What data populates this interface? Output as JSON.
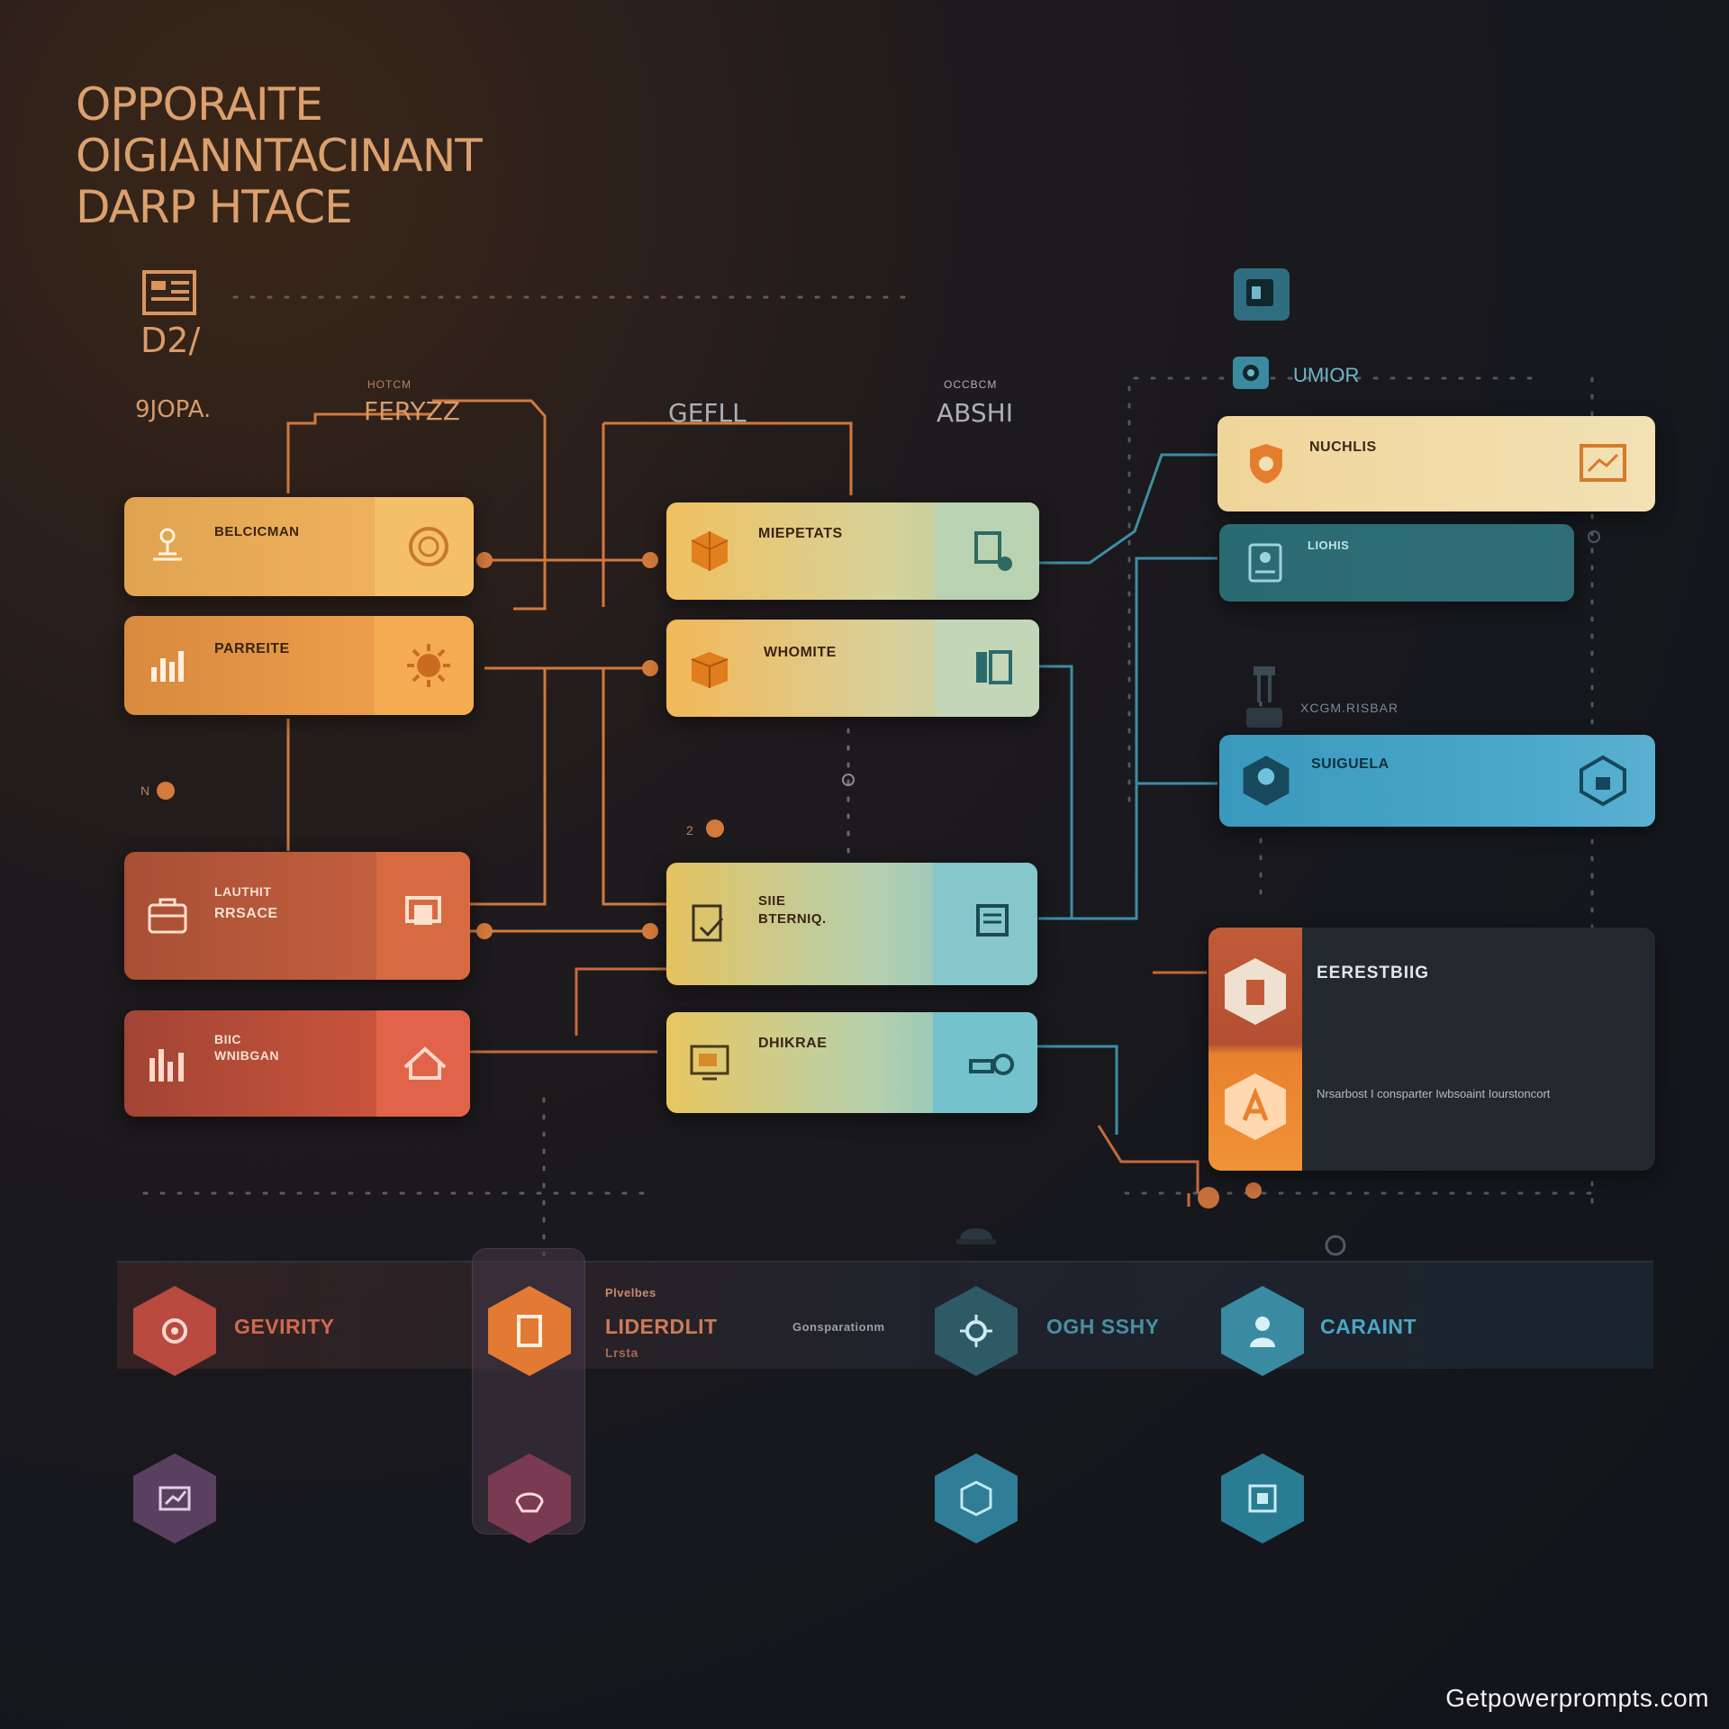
{
  "title": {
    "line1": "OPPORAITE",
    "line2": "OIGIANNTACINANT",
    "line3": "DARP HTACE"
  },
  "left_header": {
    "icon": "cabinet-icon",
    "label": "D2/"
  },
  "column_headers": {
    "c1": "9JOPA.",
    "c2_small": "HOTCM",
    "c2": "FERYZZ",
    "c3": "GEFLL",
    "c4_small": "OCCBCM",
    "c4": "ABSHI",
    "c5": "UMIOR"
  },
  "nodes": {
    "n1": {
      "title": "BELCICMAN",
      "icon": "person-desk-icon",
      "right_icon": "gear-seal-icon"
    },
    "n2": {
      "title": "PARREITE",
      "icon": "bar-chart-icon",
      "right_icon": "sun-gear-icon"
    },
    "n3": {
      "title": "LAUTHIT",
      "title2": "RRSACE",
      "icon": "briefcase-icon",
      "right_icon": "document-stack-icon"
    },
    "n4": {
      "title": "BIIC",
      "title2": "WNIBGAN",
      "icon": "bar-chart-icon",
      "right_icon": "house-icon"
    },
    "n5": {
      "title": "MIEPETATS",
      "icon": "cube-icon",
      "right_icon": "document-gear-icon"
    },
    "n6": {
      "title": "WHOMITE",
      "icon": "box-icon",
      "right_icon": "server-icon"
    },
    "n7": {
      "title": "SIIE",
      "title2": "BTERNIQ.",
      "icon": "clipboard-icon",
      "right_icon": "document-icon"
    },
    "n8": {
      "title": "DHIKRAE",
      "icon": "monitor-icon",
      "right_icon": "link-icon"
    },
    "n9": {
      "title": "NUCHLIS",
      "icon": "shield-icon",
      "right_icon": "chart-frame-icon"
    },
    "n10": {
      "title": "LIOHIS",
      "icon": "id-card-icon"
    },
    "n11": {
      "title": "SUIGUELA",
      "icon": "hex-person-icon",
      "right_icon": "hex-lock-icon",
      "header": "XCGM.RISBAR"
    },
    "n12": {
      "title": "EERESTBIIG",
      "para2_lead": "Nrsarbost I consparter Iwbsoaint Iourstoncort"
    }
  },
  "bottom": {
    "c1_label": "GEVIRITY",
    "c2_small": "Plvelbes",
    "c2_label": "LIDERDLIT",
    "c2_sub": "Lrsta",
    "c2_right": "Gonsparationm",
    "c3_label": "OGH SSHY",
    "c4_label": "CARAINT"
  },
  "markers": {
    "m1": "2",
    "m2": "N"
  },
  "watermark": "Getpowerprompts.com",
  "colors": {
    "orange": "#e9a24a",
    "teal": "#3fa3bc",
    "rust": "#c75a3f",
    "cream": "#f1dba6"
  }
}
